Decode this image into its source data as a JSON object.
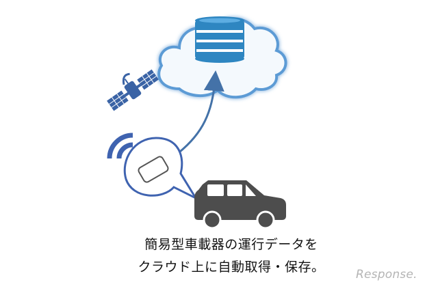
{
  "caption": {
    "line1": "簡易型車載器の運行データを",
    "line2": "クラウド上に自動取得・保存。"
  },
  "watermark": "Response.",
  "colors": {
    "cloud_fill": "#f4f9fd",
    "cloud_stroke": "#5b9bd5",
    "database_fill": "#2e86c1",
    "database_stripe": "#ffffff",
    "arrow": "#4472a8",
    "satellite": "#3a63a5",
    "wifi": "#3f63b0",
    "bubble_stroke": "#3f63b0",
    "car": "#4d4d4d",
    "caption_text": "#111111",
    "watermark": "#b4b4b4"
  },
  "icons": [
    "cloud-icon",
    "database-icon",
    "satellite-icon",
    "wifi-icon",
    "device-icon",
    "car-icon"
  ]
}
